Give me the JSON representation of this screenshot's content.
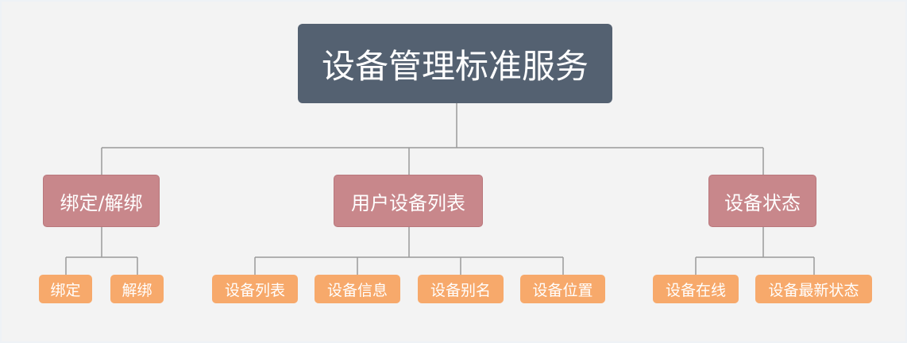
{
  "root": {
    "label": "设备管理标准服务"
  },
  "branches": [
    {
      "label": "绑定/解绑",
      "children": [
        "绑定",
        "解绑"
      ]
    },
    {
      "label": "用户设备列表",
      "children": [
        "设备列表",
        "设备信息",
        "设备别名",
        "设备位置"
      ]
    },
    {
      "label": "设备状态",
      "children": [
        "设备在线",
        "设备最新状态"
      ]
    }
  ],
  "colors": {
    "root": "#546171",
    "branch": "#c8878b",
    "leaf": "#f7a96b",
    "connector": "#9a9a9a",
    "background": "#f3f3f3"
  }
}
